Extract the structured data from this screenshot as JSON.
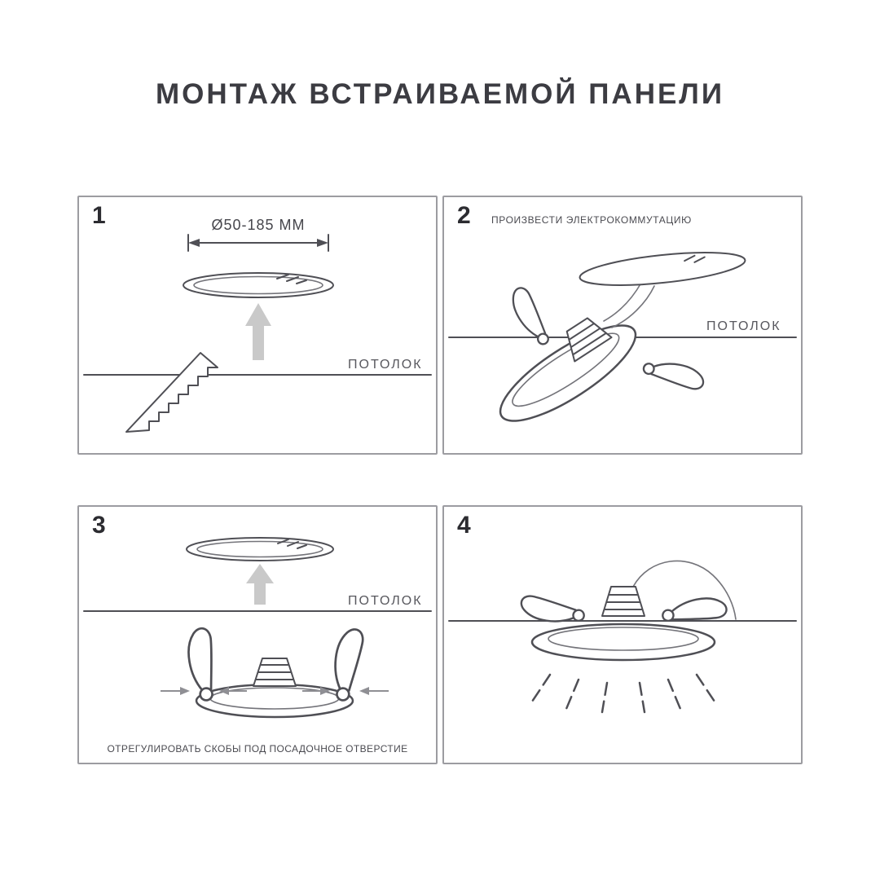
{
  "title": "МОНТАЖ ВСТРАИВАЕМОЙ ПАНЕЛИ",
  "panels": [
    {
      "number": "1",
      "dimension": "Ø50-185 ММ",
      "ceiling_label": "ПОТОЛОК"
    },
    {
      "number": "2",
      "caption": "ПРОИЗВЕСТИ ЭЛЕКТРОКОММУТАЦИЮ",
      "ceiling_label": "ПОТОЛОК"
    },
    {
      "number": "3",
      "caption": "ОТРЕГУЛИРОВАТЬ СКОБЫ ПОД ПОСАДОЧНОЕ ОТВЕРСТИЕ",
      "ceiling_label": "ПОТОЛОК"
    },
    {
      "number": "4"
    }
  ],
  "colors": {
    "line": "#4f4f55",
    "border": "#9c9ca1",
    "arrow_fill": "#c9c9c9",
    "text": "#3c3c42"
  }
}
